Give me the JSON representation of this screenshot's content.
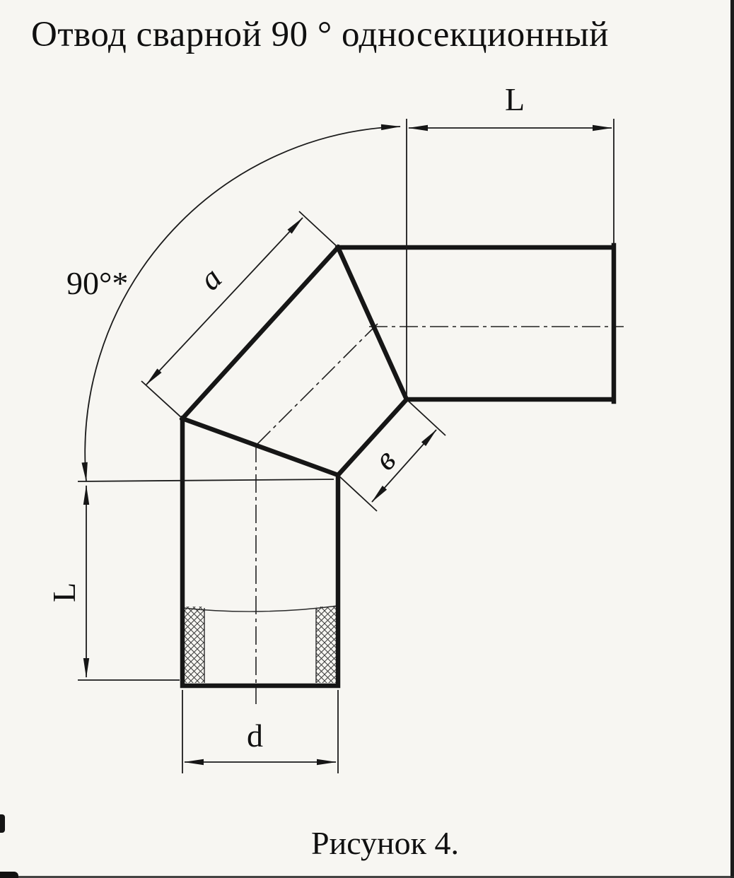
{
  "title": "Отвод сварной 90 ° односекционный",
  "figure": {
    "caption": "Рисунок 4.",
    "labels": {
      "length_top": "L",
      "length_left": "L",
      "outer_section": "a",
      "inner_section": "в",
      "diameter": "d",
      "angle": "90°*"
    }
  },
  "colors": {
    "ink": "#161616",
    "paper": "#f7f6f2"
  }
}
